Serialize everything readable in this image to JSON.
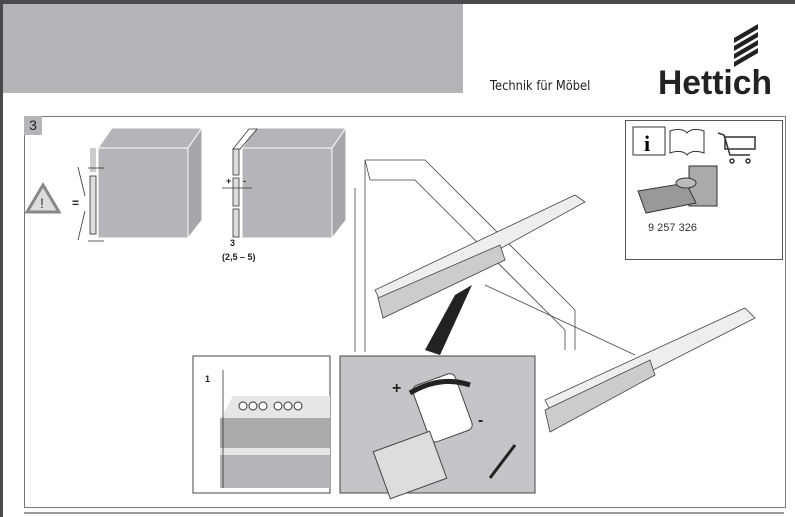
{
  "header": {
    "tagline": "Technik für Möbel",
    "brand": "Hettich"
  },
  "step": {
    "number": "3"
  },
  "info_box": {
    "icons": [
      "info-icon",
      "manual-book-icon",
      "shopping-cart-icon"
    ],
    "part_number": "9 257 326"
  },
  "dimensions": {
    "gap_equal": "=",
    "plus": "+",
    "minus": "-",
    "gap_value": "3",
    "gap_range": "(2,5 – 5)",
    "offset_value": "1"
  },
  "colors": {
    "header_gray": "#b4b5b8",
    "frame_dark": "#4a4a4c"
  }
}
